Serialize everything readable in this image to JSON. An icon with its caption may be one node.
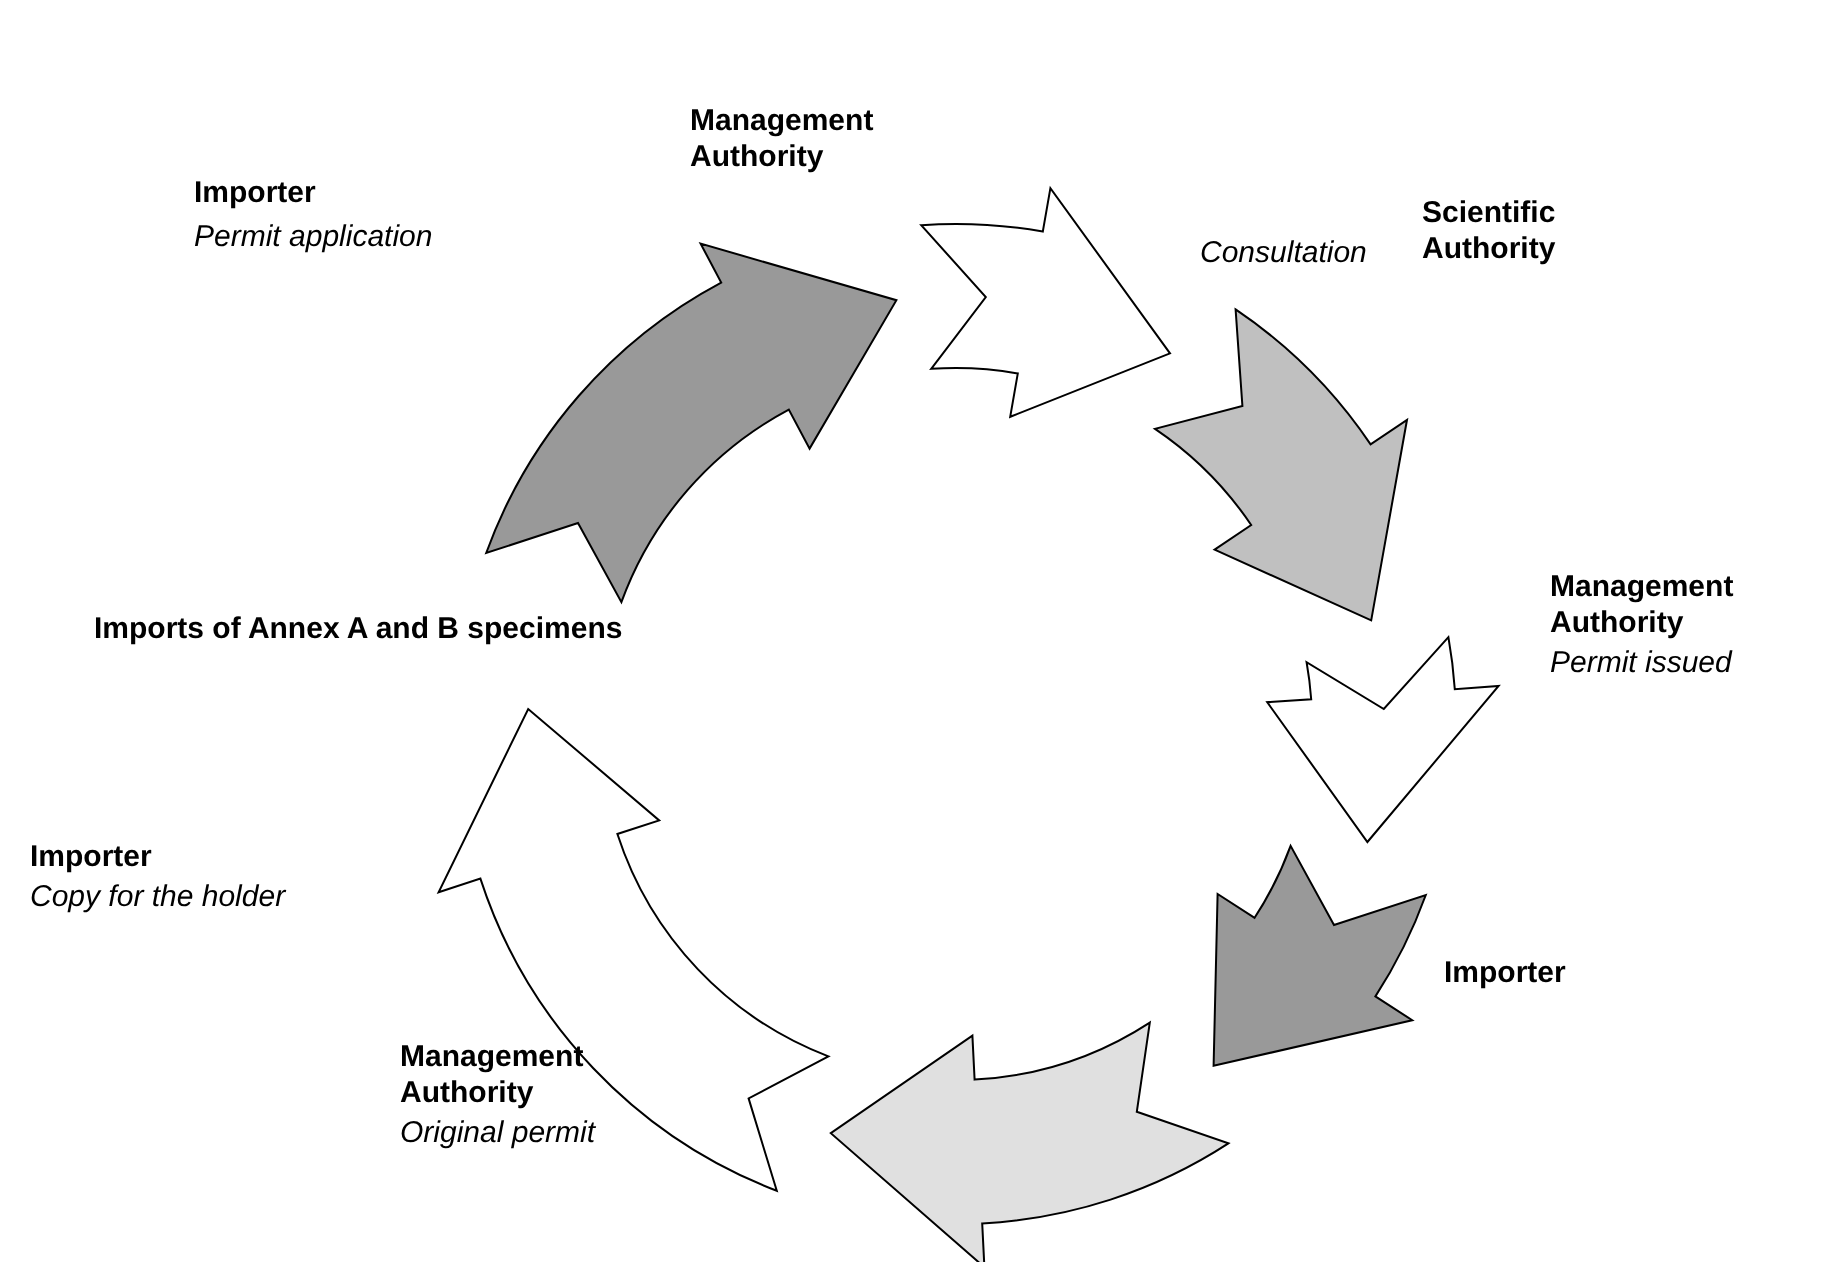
{
  "diagram": {
    "nodes": [
      {
        "text": [],
        "shape": "arrow",
        "beside": [
          "Importer",
          "Permit application"
        ]
      },
      {
        "text": [],
        "shape": "arrow",
        "beside": [
          "Management Authority",
          "Consultation"
        ]
      },
      {
        "text": [],
        "shape": "arrow",
        "beside": [
          "Scientific Authority"
        ]
      },
      {
        "text": [],
        "shape": "arrow",
        "beside": [
          "Management Authority",
          "Permit issued"
        ]
      },
      {
        "text": [],
        "shape": "arrow",
        "beside": [
          "Importer"
        ]
      },
      {
        "text": [],
        "shape": "arrow",
        "beside": [
          "Management Authority",
          "Original permit"
        ]
      },
      {
        "text": [],
        "shape": "arrow",
        "beside": [
          "Importer",
          "Copy for the holder"
        ]
      }
    ],
    "edges": [],
    "labels": [
      "Imports of Annex A and B specimens"
    ]
  }
}
